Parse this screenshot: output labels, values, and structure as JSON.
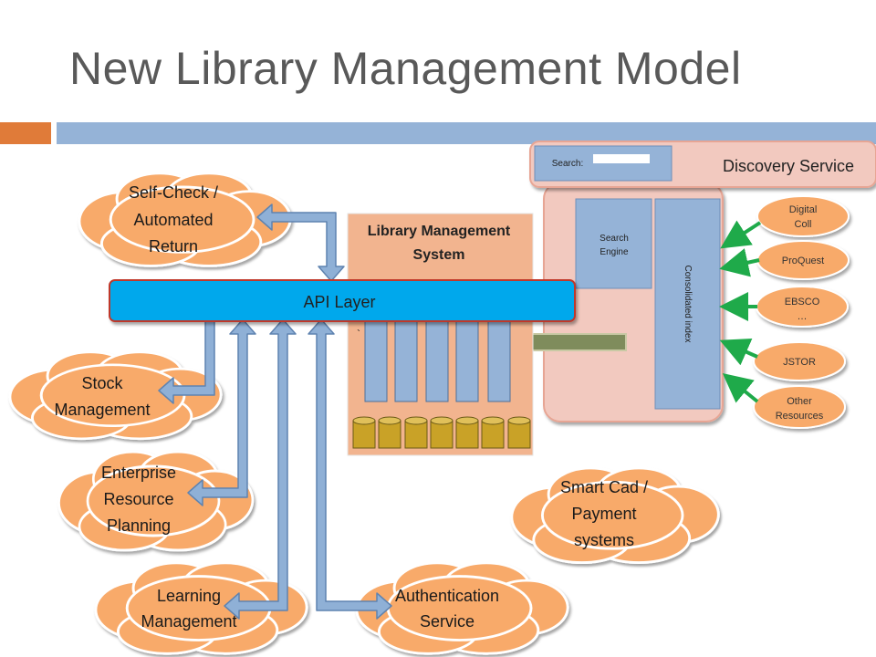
{
  "title": "New Library Management Model",
  "lms": {
    "title_line1": "Library Management",
    "title_line2": "System",
    "tick": "`"
  },
  "api_layer": "API Layer",
  "discovery": {
    "title": "Discovery Service",
    "search_label": "Search:",
    "search_engine_line1": "Search",
    "search_engine_line2": "Engine",
    "consolidated_index": "Consolidated index"
  },
  "sources": [
    {
      "line1": "Digital",
      "line2": "Coll"
    },
    {
      "line1": "ProQuest",
      "line2": ""
    },
    {
      "line1": "EBSCO",
      "line2": "…"
    },
    {
      "line1": "JSTOR",
      "line2": ""
    },
    {
      "line1": "Other",
      "line2": "Resources"
    }
  ],
  "clouds": {
    "self_check": [
      "Self-Check /",
      "Automated",
      "Return"
    ],
    "stock": [
      "Stock",
      "Management"
    ],
    "erp": [
      "Enterprise",
      "Resource",
      "Planning"
    ],
    "learning": [
      "Learning",
      "Management"
    ],
    "auth": [
      "Authentication",
      "Service"
    ],
    "smart_card": [
      "Smart Cad /",
      "Payment",
      "systems"
    ]
  },
  "colors": {
    "title": "#595959",
    "accent_orange": "#e07b39",
    "accent_blue": "#95b3d7",
    "cloud_fill": "#f8aa6a",
    "lms_fill": "#f2b48f",
    "api_fill": "#00a8ec",
    "arrow_blue": "#8fb0d6",
    "arrow_green": "#1faa4a",
    "discovery_fill": "#f2c9bf",
    "db_gold": "#c9a227"
  }
}
